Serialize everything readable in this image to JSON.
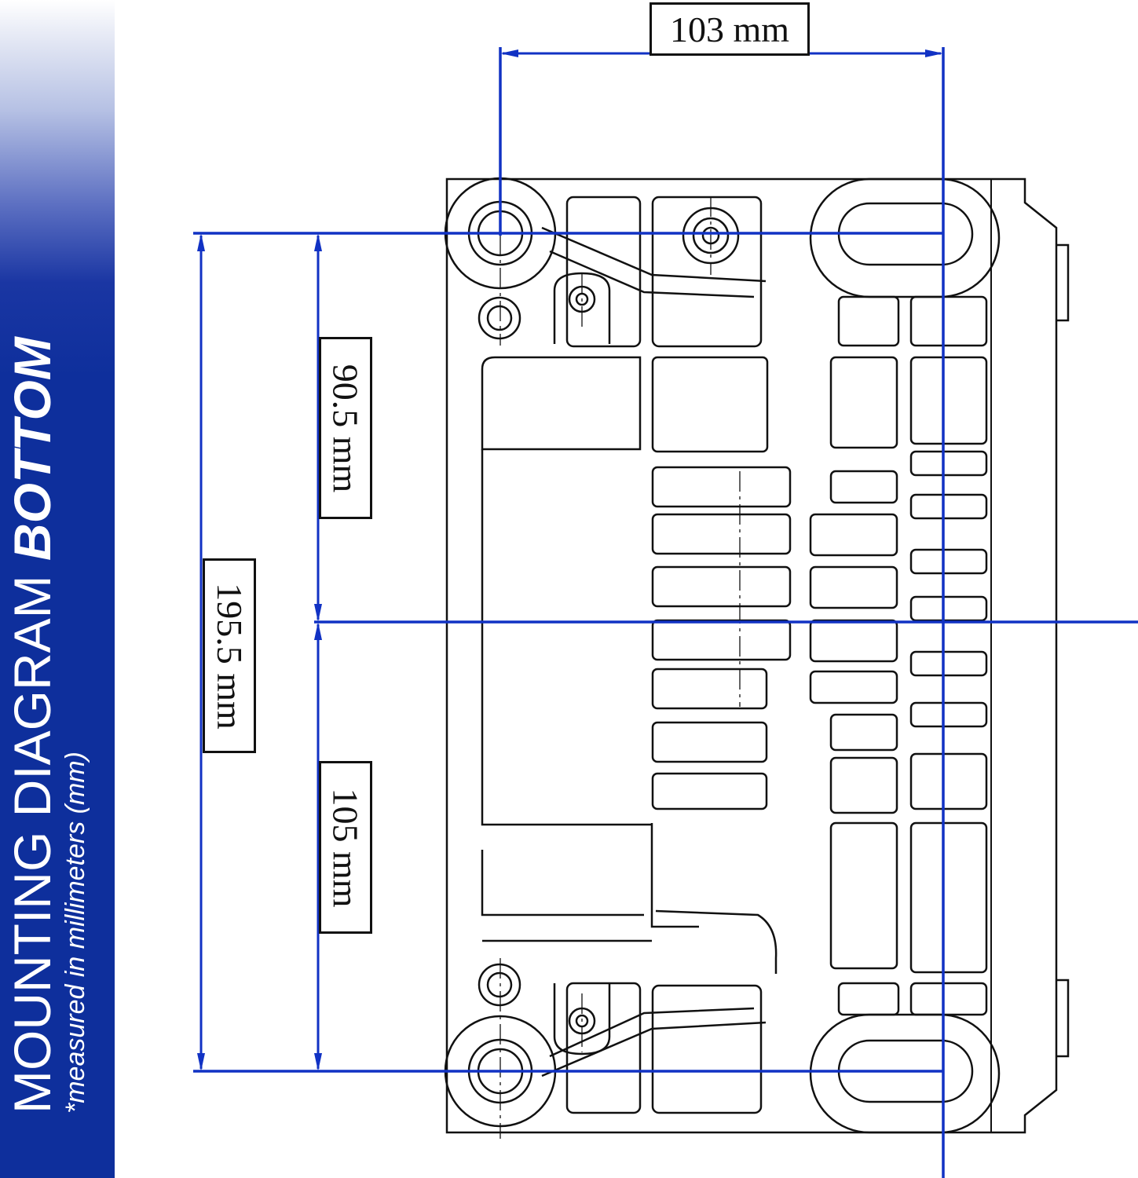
{
  "title": {
    "main": "MOUNTING DIAGRAM",
    "emphasis": "BOTTOM",
    "note": "*measured in millimeters (mm)"
  },
  "dimensions": {
    "width": "103 mm",
    "front_half": "90.5 mm",
    "total_length": "195.5 mm",
    "rear_half": "105 mm"
  },
  "colors": {
    "banner": "#0e2f9c",
    "dimension_lines": "#1132c4",
    "drawing": "#111111"
  }
}
